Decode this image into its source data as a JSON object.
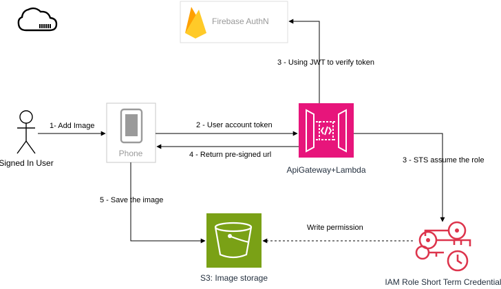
{
  "nodes": {
    "user": {
      "label": "Signed In User"
    },
    "phone": {
      "label": "Phone"
    },
    "firebase": {
      "label": "Firebase AuthN"
    },
    "apigw": {
      "label": "ApiGateway+Lambda"
    },
    "s3": {
      "label": "S3: Image storage"
    },
    "iam": {
      "label": "IAM Role Short Term Credential"
    }
  },
  "edges": {
    "add_image": "1- Add Image",
    "user_token": "2 - User account token",
    "verify_token": "3 - Using JWT to verify token",
    "sts_assume": "3 - STS assume the role",
    "return_url": "4 - Return pre-signed url",
    "save_image": "5 - Save the image",
    "write_perm": "Write permission"
  },
  "colors": {
    "apigw": "#e7157b",
    "s3": "#7aa116",
    "iam": "#dd344c",
    "firebase": "#ffca28",
    "line": "#000000",
    "muted": "#999999"
  }
}
